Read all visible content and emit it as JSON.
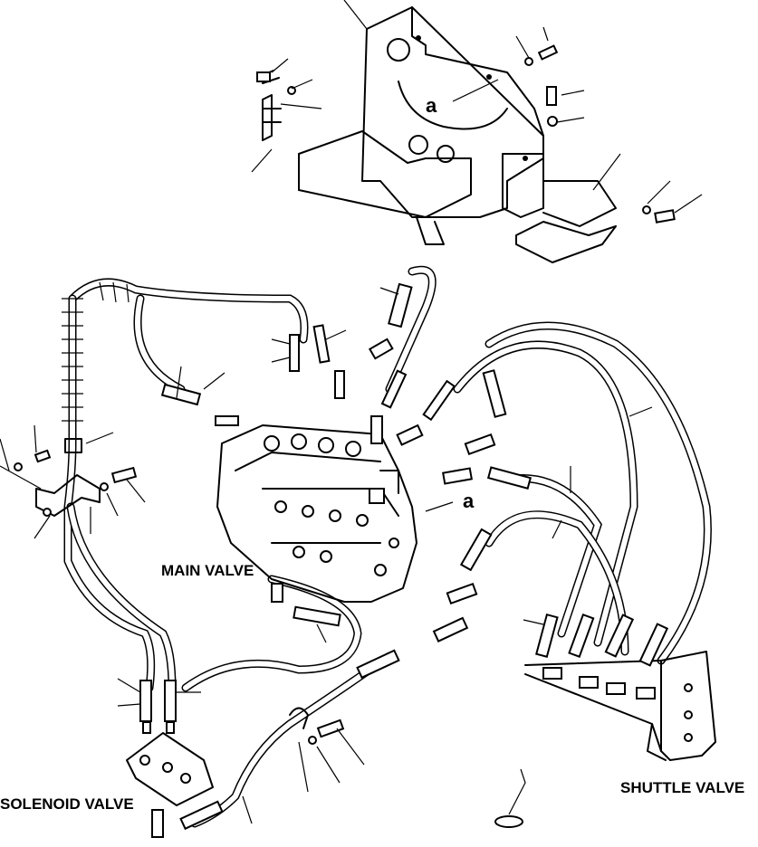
{
  "labels": {
    "main_valve": "MAIN VALVE",
    "solenoid_valve": "SOLENOID VALVE",
    "shuttle_valve": "SHUTTLE VALVE",
    "ref_a_top": "a",
    "ref_a_mid": "a"
  },
  "colors": {
    "ink": "#000000",
    "paper": "#ffffff"
  }
}
